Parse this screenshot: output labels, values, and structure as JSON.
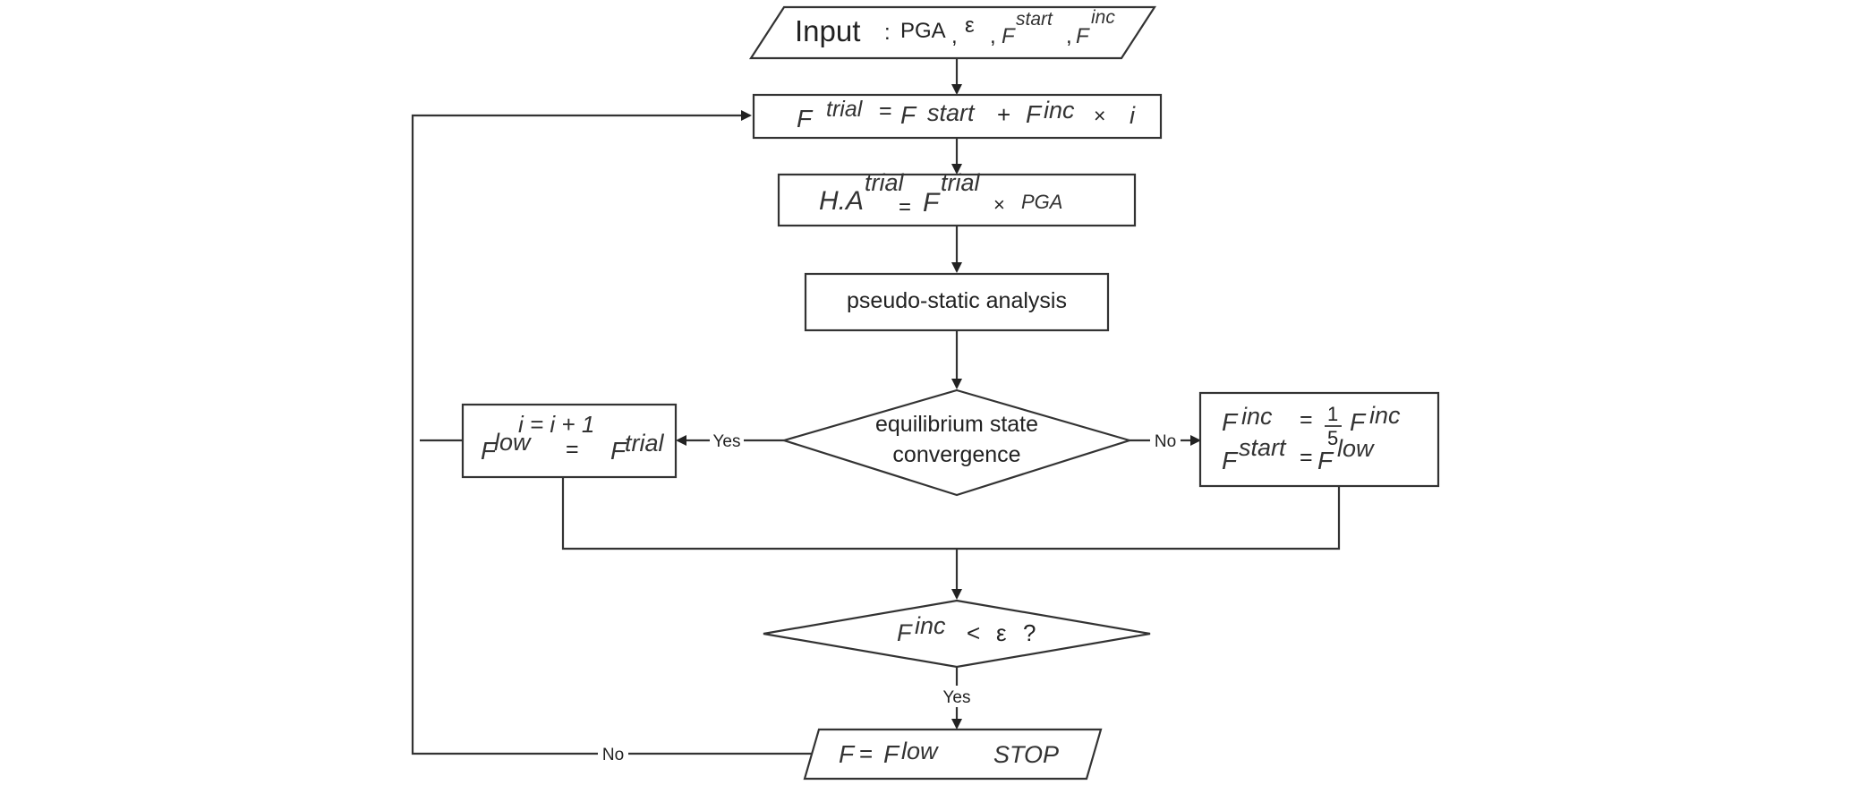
{
  "nodes": {
    "input": {
      "prefix": "Input",
      "colon": ":",
      "pga": "PGA",
      "comma1": ",",
      "epsilon": "ε",
      "comma2": ",",
      "f1": "F",
      "start": "start",
      "comma3": ",",
      "f2": "F",
      "inc": "inc"
    },
    "trial": {
      "f1": "F",
      "trial_sup": "trial",
      "eq": "=",
      "f2": "F",
      "start": "start",
      "plus": "+",
      "f3": "F",
      "inc": "inc",
      "times": "×",
      "i": "i"
    },
    "ha": {
      "ha": "H.A",
      "trial_sup1": "trial",
      "eq": "=",
      "f": "F",
      "trial_sup2": "trial",
      "times": "×",
      "pga": "PGA"
    },
    "analysis": {
      "label": "pseudo-static analysis"
    },
    "convergence": {
      "line1": "equilibrium state",
      "line2": "convergence"
    },
    "update_yes": {
      "line1": "i = i + 1",
      "f1": "F",
      "low": "low",
      "eq": "=",
      "f2": "F",
      "trial": "trial"
    },
    "update_no": {
      "f1": "F",
      "inc1": "inc",
      "eq1": "=",
      "frac_num": "1",
      "frac_den": "5",
      "f2": "F",
      "inc2": "inc",
      "f3": "F",
      "start": "start",
      "eq2": "=",
      "f4": "F",
      "low": "low"
    },
    "check": {
      "f": "F",
      "inc": "inc",
      "lt": "<",
      "eps": "ε",
      "q": "?"
    },
    "output": {
      "f1": "F",
      "eq": "=",
      "f2": "F",
      "low": "low",
      "stop": "STOP"
    }
  },
  "edge_labels": {
    "yes_left": "Yes",
    "no_right": "No",
    "yes_down": "Yes",
    "no_back": "No"
  },
  "colors": {
    "stroke": "#333333",
    "text": "#222222",
    "background": "#ffffff"
  }
}
